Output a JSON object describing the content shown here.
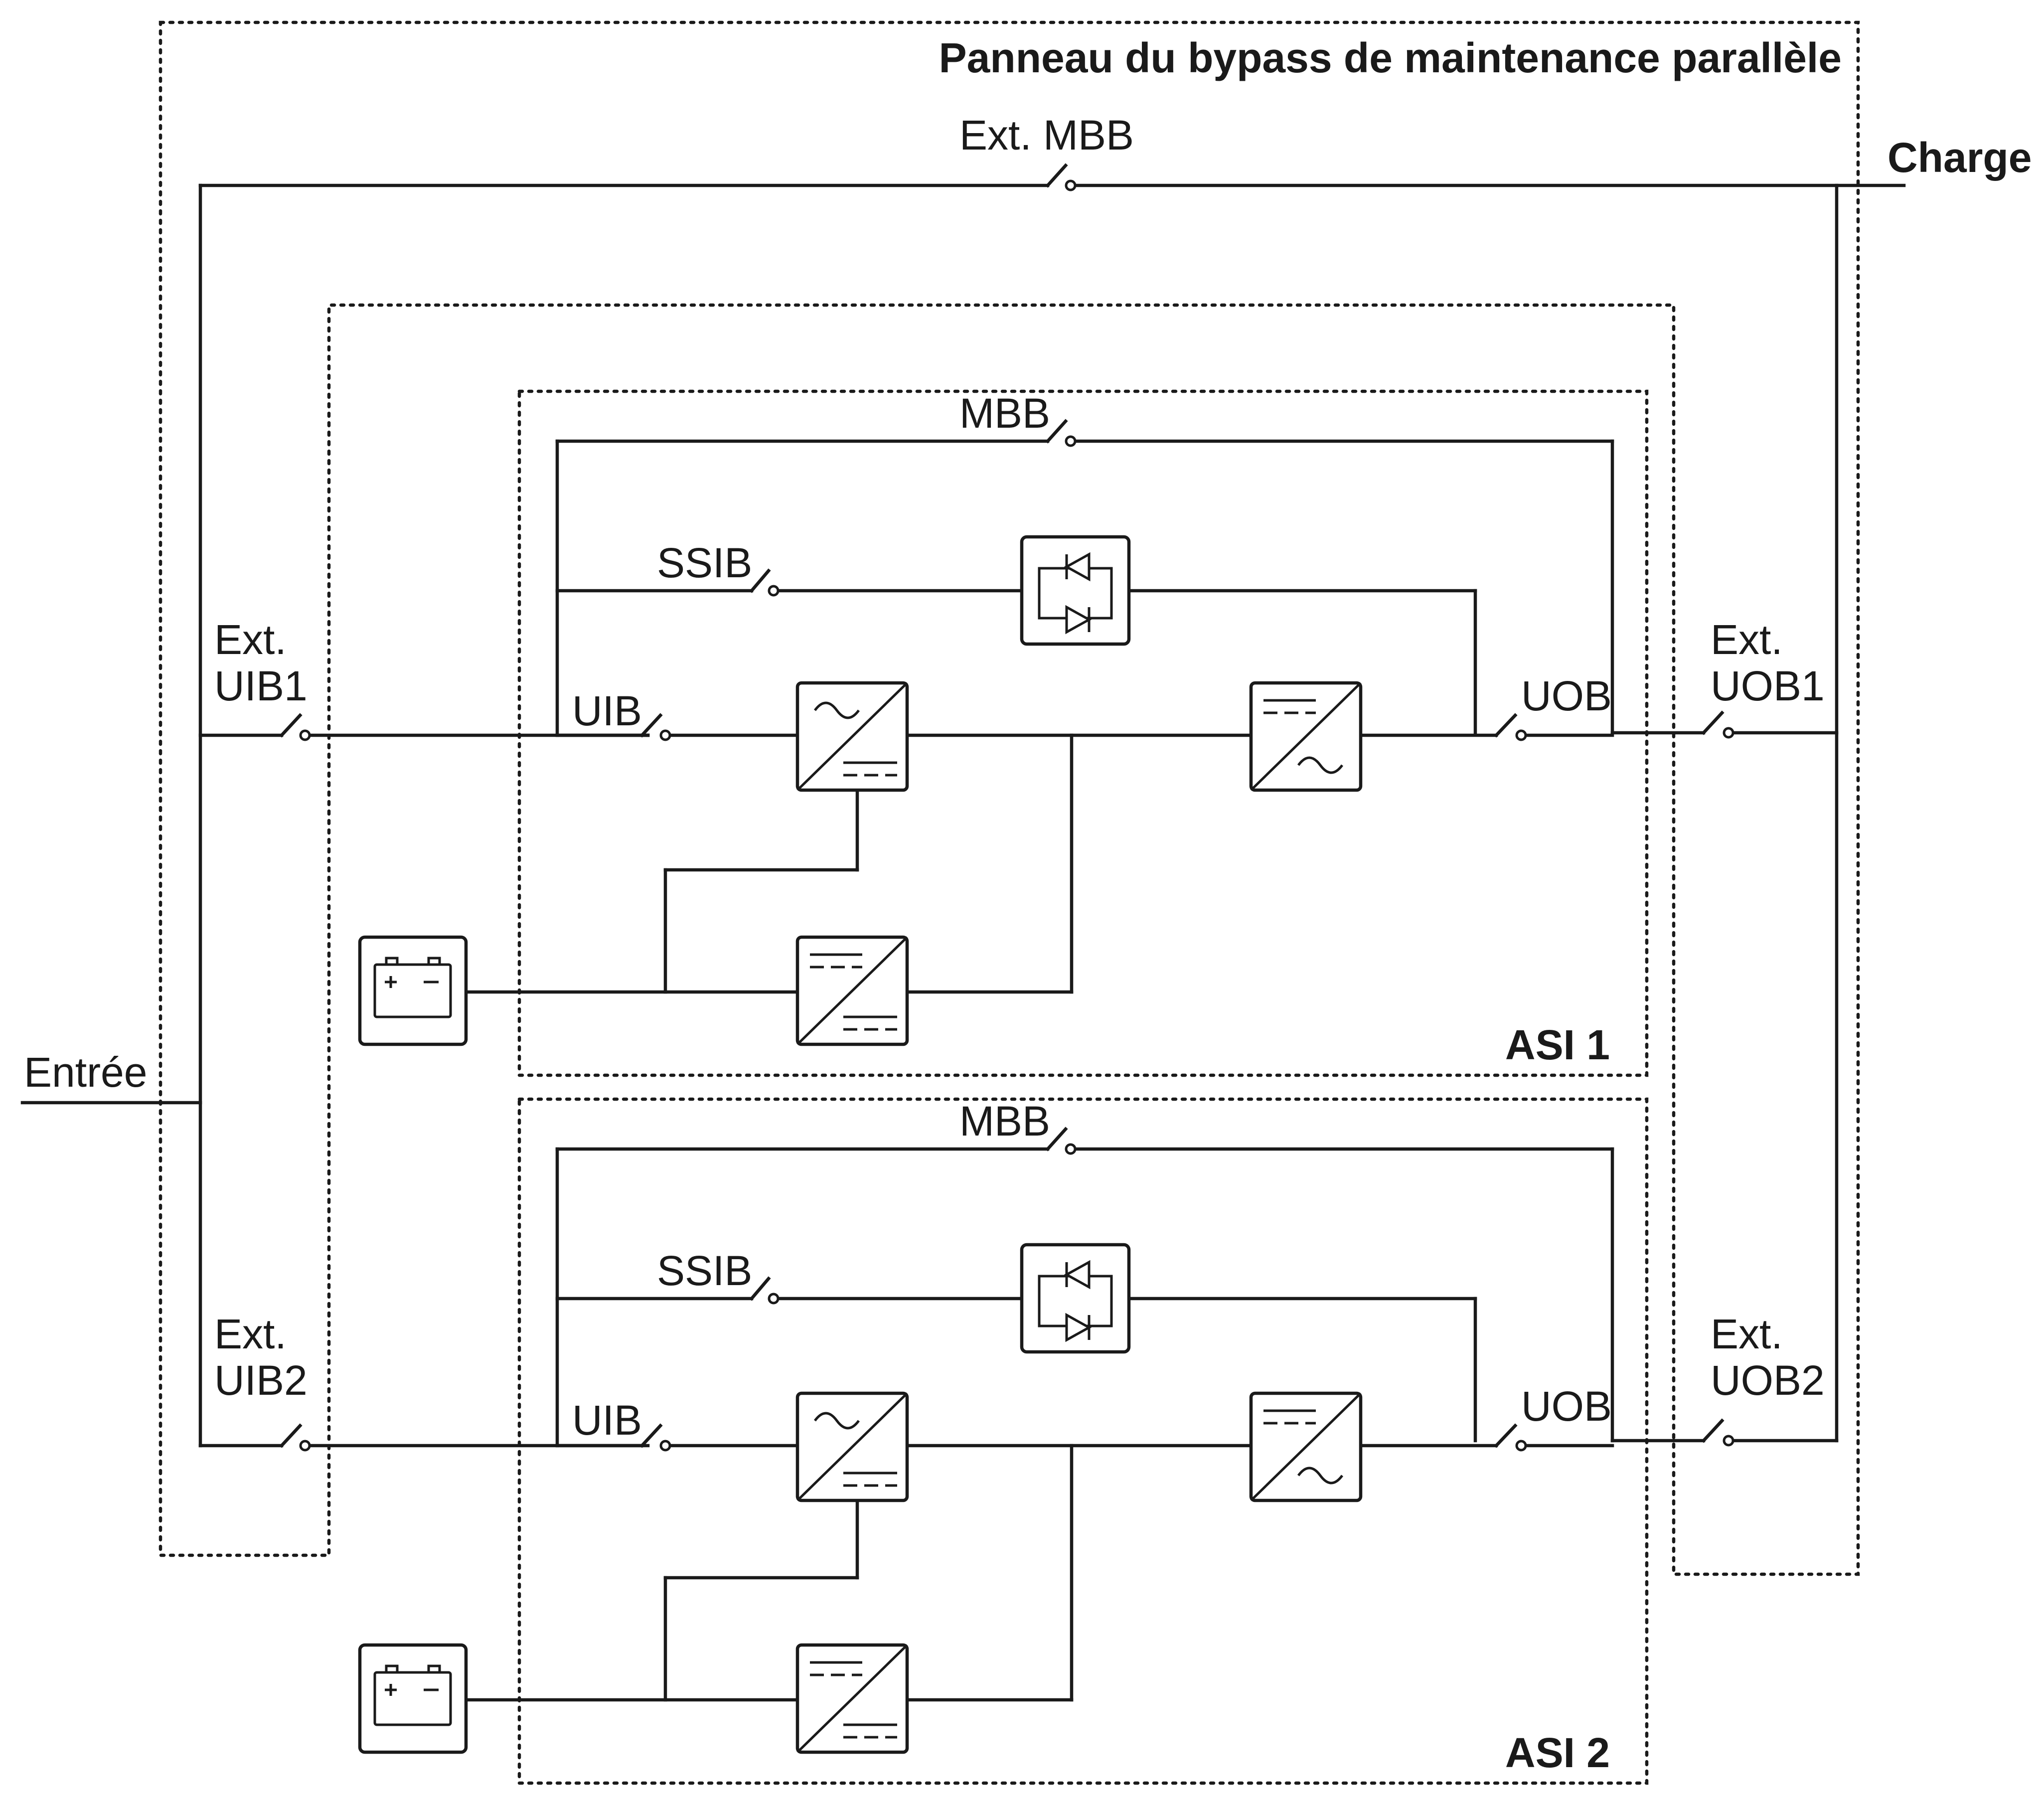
{
  "panel_title": "Panneau du bypass de maintenance parallèle",
  "input_label": "Entrée",
  "load_label": "Charge",
  "external_breakers": {
    "mbb": "Ext. MBB",
    "uib1": [
      "Ext.",
      "UIB1"
    ],
    "uib2": [
      "Ext.",
      "UIB2"
    ],
    "uob1": [
      "Ext.",
      "UOB1"
    ],
    "uob2": [
      "Ext.",
      "UOB2"
    ]
  },
  "ups_units": [
    {
      "name": "ASI 1",
      "mbb": "MBB",
      "ssib": "SSIB",
      "uib": "UIB",
      "uob": "UOB"
    },
    {
      "name": "ASI 2",
      "mbb": "MBB",
      "ssib": "SSIB",
      "uib": "UIB",
      "uob": "UOB"
    }
  ],
  "icons": [
    "static-switch-icon",
    "rectifier-icon",
    "inverter-icon",
    "dc-dc-converter-icon",
    "battery-icon",
    "breaker-icon"
  ]
}
